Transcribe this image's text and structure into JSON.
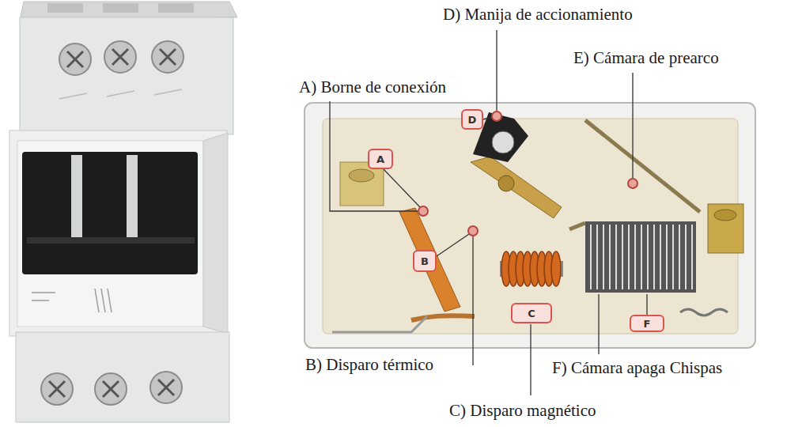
{
  "diagram": {
    "nodes": [
      {
        "text": [
          "D"
        ]
      },
      {
        "text": [
          "A"
        ]
      },
      {
        "text": [
          "B"
        ]
      },
      {
        "text": [
          "C"
        ]
      },
      {
        "text": [
          "F"
        ]
      }
    ],
    "labels": [
      "D) Manija de accionamiento",
      "E) Cámara de prearco",
      "A) Borne de conexión",
      "B) Disparo térmico",
      "F) Cámara apaga Chispas",
      "C) Disparo magnético"
    ]
  }
}
